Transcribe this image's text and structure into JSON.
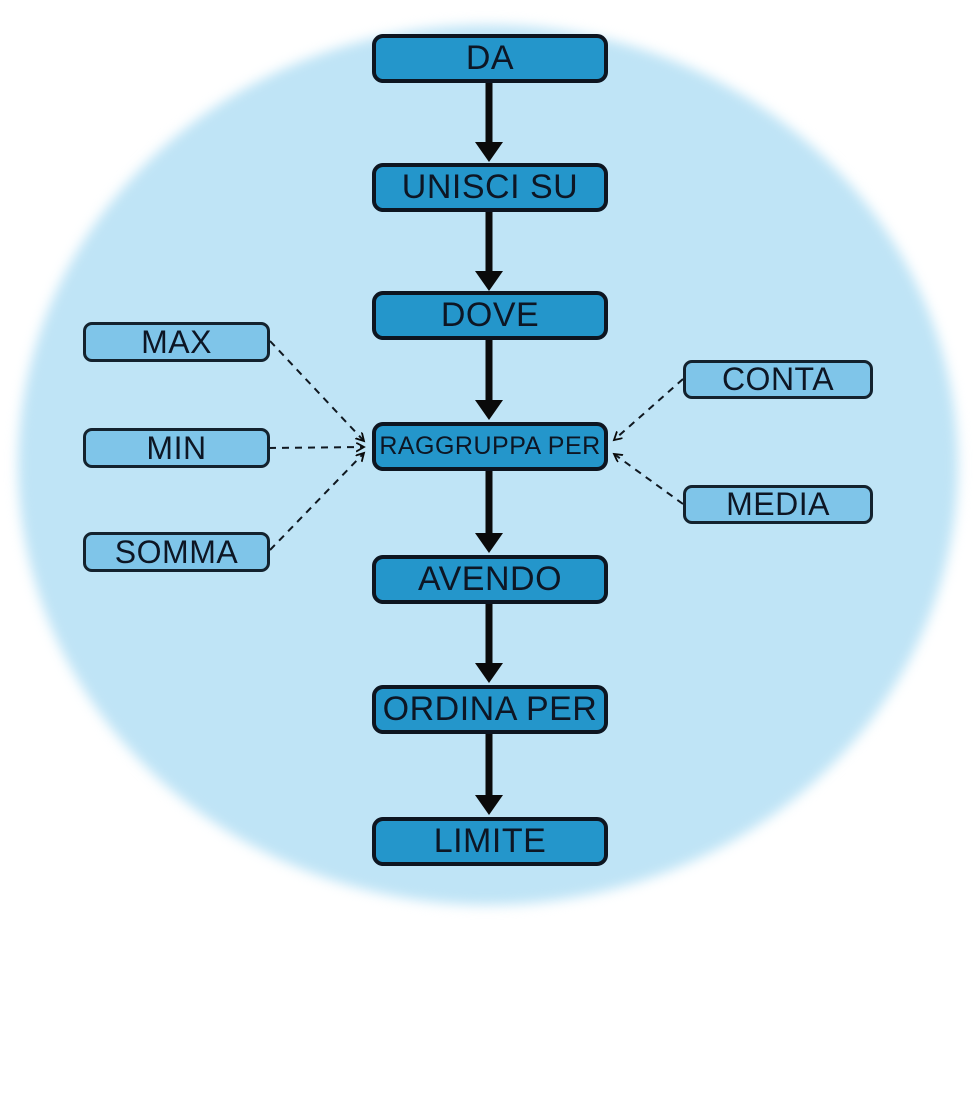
{
  "diagram": {
    "description": "SQL clause order flowchart (Italian)",
    "flow_nodes": [
      {
        "id": "da",
        "label": "DA"
      },
      {
        "id": "unisci-su",
        "label": "UNISCI SU"
      },
      {
        "id": "dove",
        "label": "DOVE"
      },
      {
        "id": "raggruppa-per",
        "label": "RAGGRUPPA PER"
      },
      {
        "id": "avendo",
        "label": "AVENDO"
      },
      {
        "id": "ordina-per",
        "label": "ORDINA PER"
      },
      {
        "id": "limite",
        "label": "LIMITE"
      }
    ],
    "left_nodes": [
      {
        "id": "max",
        "label": "MAX"
      },
      {
        "id": "min",
        "label": "MIN"
      },
      {
        "id": "somma",
        "label": "SOMMA"
      }
    ],
    "right_nodes": [
      {
        "id": "conta",
        "label": "CONTA"
      },
      {
        "id": "media",
        "label": "MEDIA"
      }
    ],
    "connections": {
      "solid_arrows": "each flow node to the next, top to bottom",
      "dashed_links": "MAX, MIN, SOMMA, CONTA, MEDIA all link to RAGGRUPPA PER"
    },
    "colors": {
      "background": "#ffffff",
      "circle_fill": "#bfe4f6",
      "flow_node_fill": "#2496cb",
      "side_node_fill": "#7fc5e9",
      "outline": "#0d1520",
      "arrow": "#0a0a0a",
      "text": "#0d1624"
    }
  }
}
